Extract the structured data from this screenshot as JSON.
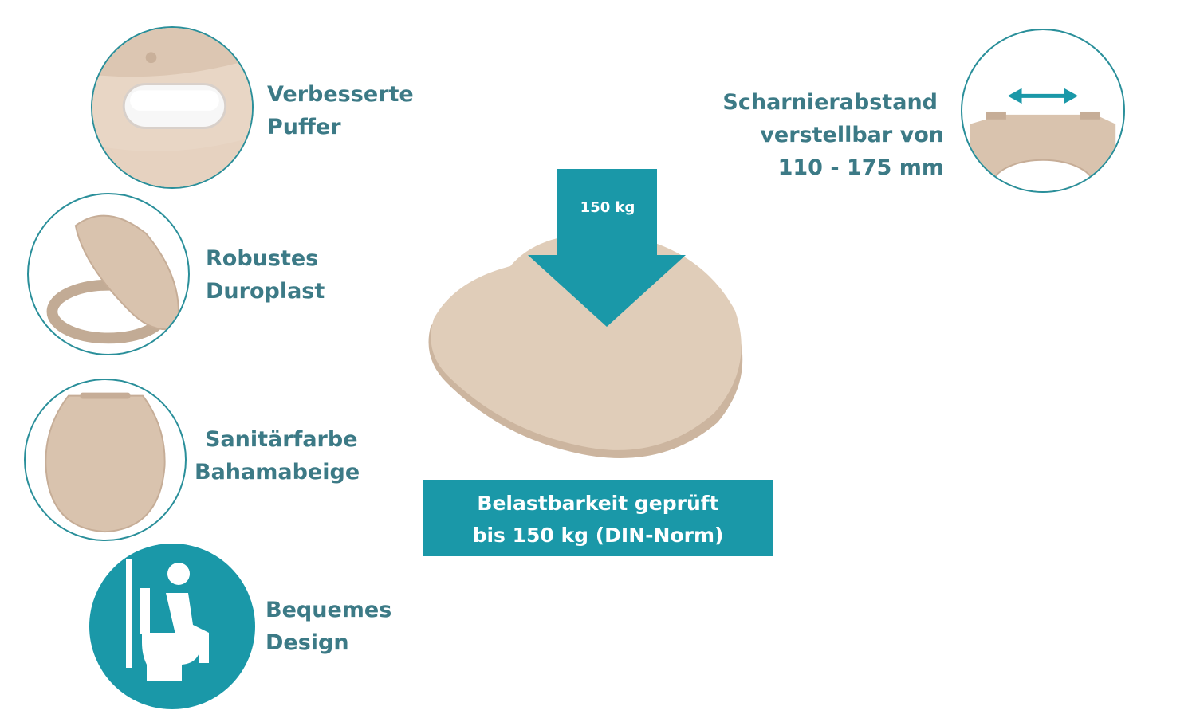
{
  "features": [
    {
      "line1": "Verbesserte",
      "line2": "Puffer"
    },
    {
      "line1": "Robustes",
      "line2": "Duroplast"
    },
    {
      "line1": "Sanitärfarbe",
      "line2": "Bahamabeige"
    },
    {
      "line1": "Bequemes",
      "line2": "Design"
    }
  ],
  "hinge": {
    "line1": "Scharnierabstand",
    "line2": "verstellbar von",
    "line3": "110 - 175 mm"
  },
  "load": {
    "arrow_label": "150 kg",
    "banner_line1": "Belastbarkeit geprüft",
    "banner_line2": "bis 150 kg (DIN-Norm)"
  },
  "colors": {
    "accent": "#1a98a8",
    "text": "#3c7a86",
    "beige": "#d9c3ae"
  },
  "icons": [
    "buffer-closeup-icon",
    "seat-open-icon",
    "seat-closed-icon",
    "person-sitting-icon",
    "hinge-adjust-icon",
    "down-arrow-icon"
  ]
}
